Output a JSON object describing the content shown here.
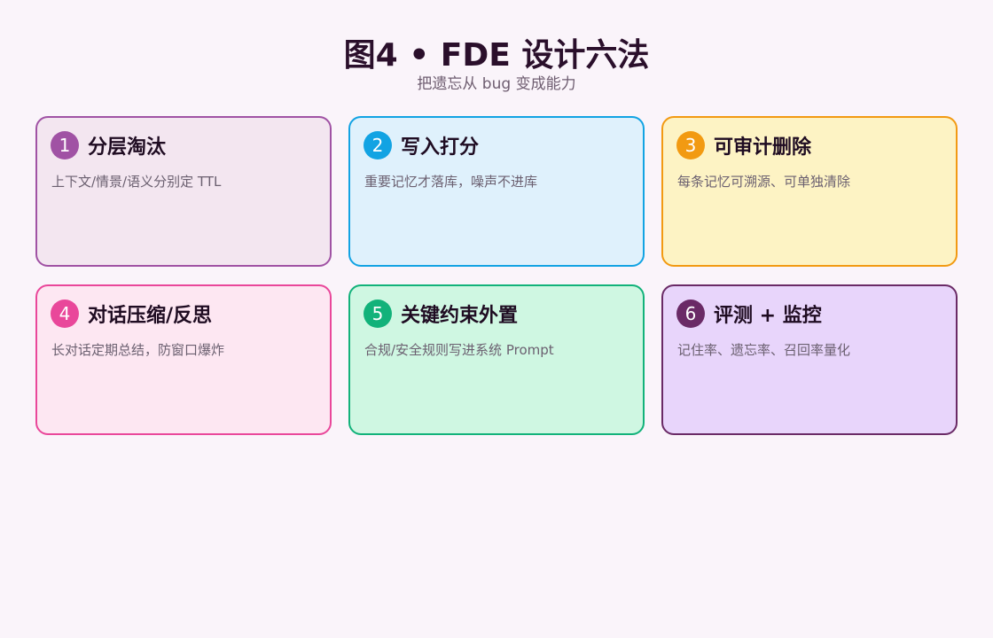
{
  "header": {
    "title": "图4 • FDE 设计六法",
    "subtitle": "把遗忘从 bug 变成能力"
  },
  "cards": [
    {
      "number": "1",
      "title": "分层淘汰",
      "desc": "上下文/情景/语义分别定 TTL",
      "bg": "#f3e6f0",
      "border": "#a052a4",
      "badge": "#a052a4"
    },
    {
      "number": "2",
      "title": "写入打分",
      "desc": "重要记忆才落库，噪声不进库",
      "bg": "#dff1fc",
      "border": "#12a3e3",
      "badge": "#12a3e3"
    },
    {
      "number": "3",
      "title": "可审计删除",
      "desc": "每条记忆可溯源、可单独清除",
      "bg": "#fdf3c4",
      "border": "#f29a12",
      "badge": "#f29a12"
    },
    {
      "number": "4",
      "title": "对话压缩/反思",
      "desc": "长对话定期总结，防窗口爆炸",
      "bg": "#fde7f2",
      "border": "#e9479a",
      "badge": "#e9479a"
    },
    {
      "number": "5",
      "title": "关键约束外置",
      "desc": "合规/安全规则写进系统 Prompt",
      "bg": "#cff7e2",
      "border": "#12b27a",
      "badge": "#12b27a"
    },
    {
      "number": "6",
      "title": "评测 + 监控",
      "desc": "记住率、遗忘率、召回率量化",
      "bg": "#e8d5fb",
      "border": "#6a2a66",
      "badge": "#6a2a66"
    }
  ]
}
